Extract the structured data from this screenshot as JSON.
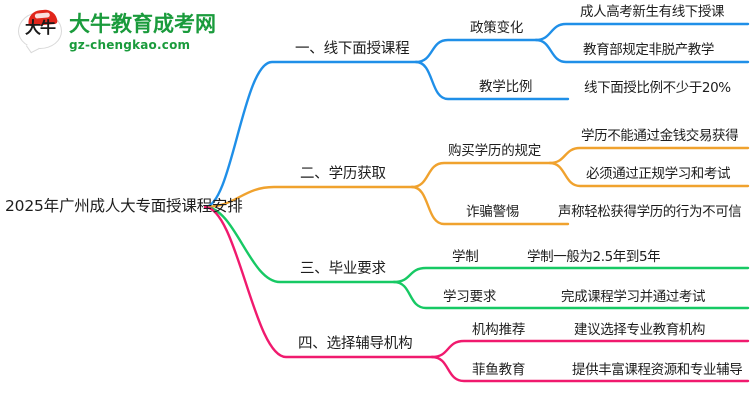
{
  "logo": {
    "mark_text": "大牛",
    "title": "大牛教育成考网",
    "subtitle": "gz-chengkao.com",
    "brand_green": "#1a9b3c",
    "brand_red": "#e1251b"
  },
  "mindmap": {
    "root": {
      "label": "2025年广州成人大专面授课程安排"
    },
    "branches": [
      {
        "label": "一、线下面授课程",
        "color": "#1f8fe8",
        "children": [
          {
            "label": "政策变化",
            "leaves": [
              {
                "label": "成人高考新生有线下授课"
              },
              {
                "label": "教育部规定非脱产教学"
              }
            ]
          },
          {
            "label": "教学比例",
            "leaves": [
              {
                "label": "线下面授比例不少于20%"
              }
            ]
          }
        ]
      },
      {
        "label": "二、学历获取",
        "color": "#f0a22e",
        "children": [
          {
            "label": "购买学历的规定",
            "leaves": [
              {
                "label": "学历不能通过金钱交易获得"
              },
              {
                "label": "必须通过正规学习和考试"
              }
            ]
          },
          {
            "label": "诈骗警惕",
            "leaves": [
              {
                "label": "声称轻松获得学历的行为不可信"
              }
            ]
          }
        ]
      },
      {
        "label": "三、毕业要求",
        "color": "#17c964",
        "children": [
          {
            "label": "学制",
            "leaves": [
              {
                "label": "学制一般为2.5年到5年"
              }
            ]
          },
          {
            "label": "学习要求",
            "leaves": [
              {
                "label": "完成课程学习并通过考试"
              }
            ]
          }
        ]
      },
      {
        "label": "四、选择辅导机构",
        "color": "#f01a6e",
        "children": [
          {
            "label": "机构推荐",
            "leaves": [
              {
                "label": "建议选择专业教育机构"
              }
            ]
          },
          {
            "label": "菲鱼教育",
            "leaves": [
              {
                "label": "提供丰富课程资源和专业辅导"
              }
            ]
          }
        ]
      }
    ]
  }
}
